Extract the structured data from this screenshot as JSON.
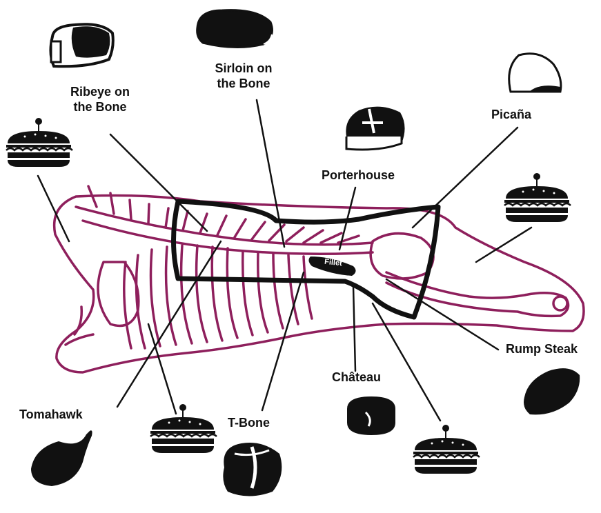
{
  "diagram": {
    "labels": {
      "ribeye": [
        "Ribeye on",
        "the Bone"
      ],
      "sirloin": [
        "Sirloin on",
        "the Bone"
      ],
      "picana": "Picaña",
      "porterhouse": "Porterhouse",
      "fillet": "Fillet",
      "rump": "Rump Steak",
      "chateau": "Château",
      "tbone": "T-Bone",
      "tomahawk": "Tomahawk"
    },
    "icons": [
      "ribeye-steak-icon",
      "sirloin-steak-icon",
      "tbone-steak-icon",
      "picana-steak-icon",
      "burger-icon",
      "rump-steak-icon",
      "chateau-steak-icon",
      "tomahawk-steak-icon",
      "porterhouse-steak-icon"
    ],
    "colors": {
      "carcass": "#8e1f5c",
      "outline": "#111111",
      "background": "#ffffff"
    }
  }
}
